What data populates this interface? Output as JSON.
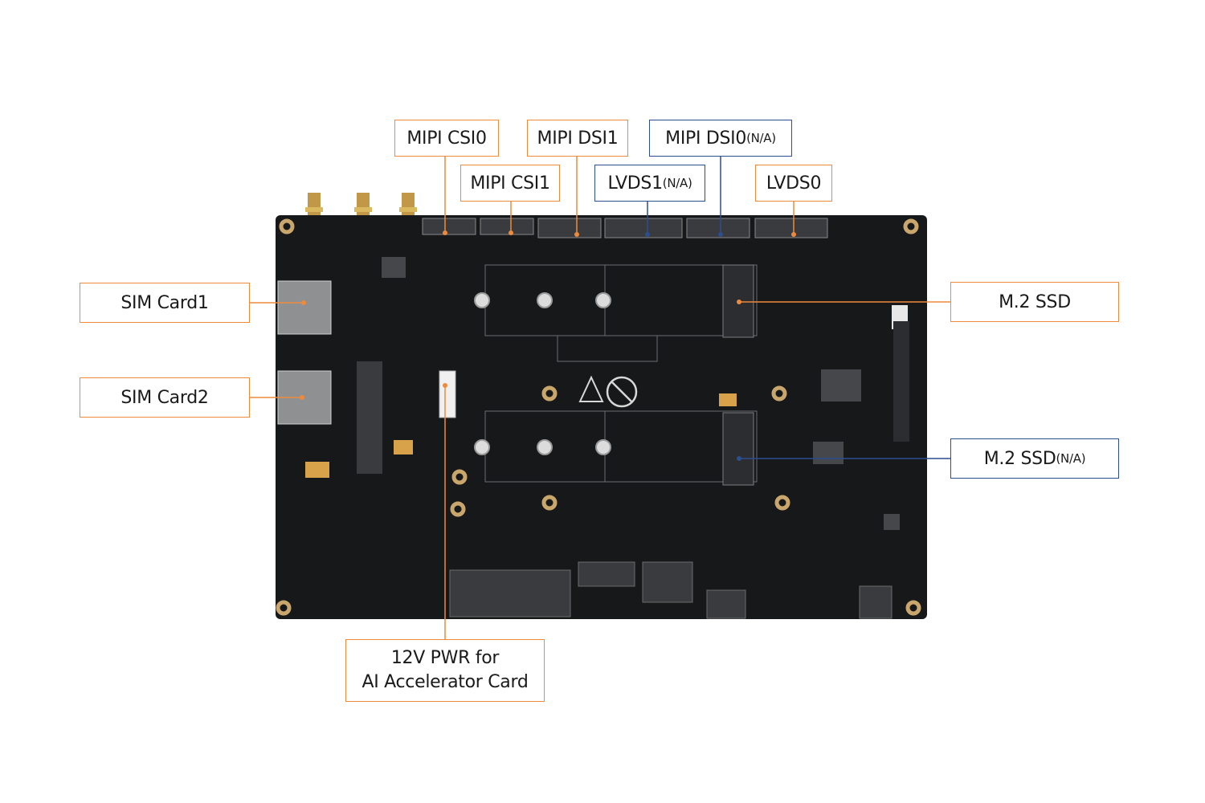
{
  "colors": {
    "board": "#17181a",
    "mount_ring": "#c9a66b",
    "orange": "#ee8a3c",
    "blue": "#2c4d8e"
  },
  "labels": {
    "mipi_csi0": "MIPI CSI0",
    "mipi_dsi1": "MIPI DSI1",
    "mipi_dsi0": "MIPI DSI0",
    "mipi_dsi0_suffix": "(N/A)",
    "mipi_csi1": "MIPI CSI1",
    "lvds1": "LVDS1",
    "lvds1_suffix": "(N/A)",
    "lvds0": "LVDS0",
    "sim_card1": "SIM Card1",
    "sim_card2": "SIM Card2",
    "m2_ssd": "M.2 SSD",
    "m2_ssd_na": "M.2 SSD",
    "m2_ssd_na_suffix": "(N/A)",
    "pwr_line1": "12V PWR for",
    "pwr_line2": "AI Accelerator Card"
  }
}
